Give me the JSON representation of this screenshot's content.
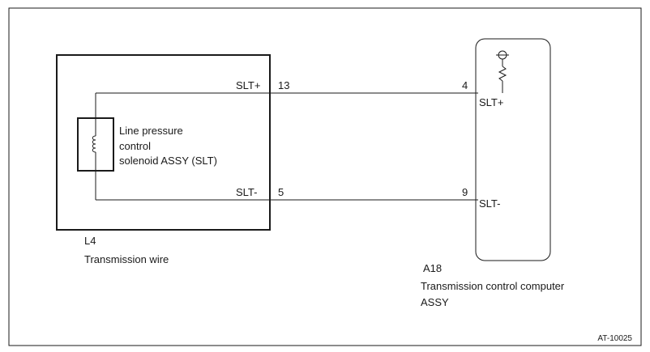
{
  "left_component": {
    "id": "L4",
    "name": "Transmission wire",
    "solenoid_label": [
      "Line pressure",
      "control",
      "solenoid ASSY (SLT)"
    ],
    "terminals": [
      {
        "signal": "SLT+",
        "pin": "13"
      },
      {
        "signal": "SLT-",
        "pin": "5"
      }
    ]
  },
  "right_component": {
    "id": "A18",
    "name_lines": [
      "Transmission control computer",
      "ASSY"
    ],
    "terminals": [
      {
        "signal": "SLT+",
        "pin": "4"
      },
      {
        "signal": "SLT-",
        "pin": "9"
      }
    ]
  },
  "figure_code": "AT-10025",
  "colors": {
    "line": "#1a1a1a",
    "background": "#ffffff"
  }
}
